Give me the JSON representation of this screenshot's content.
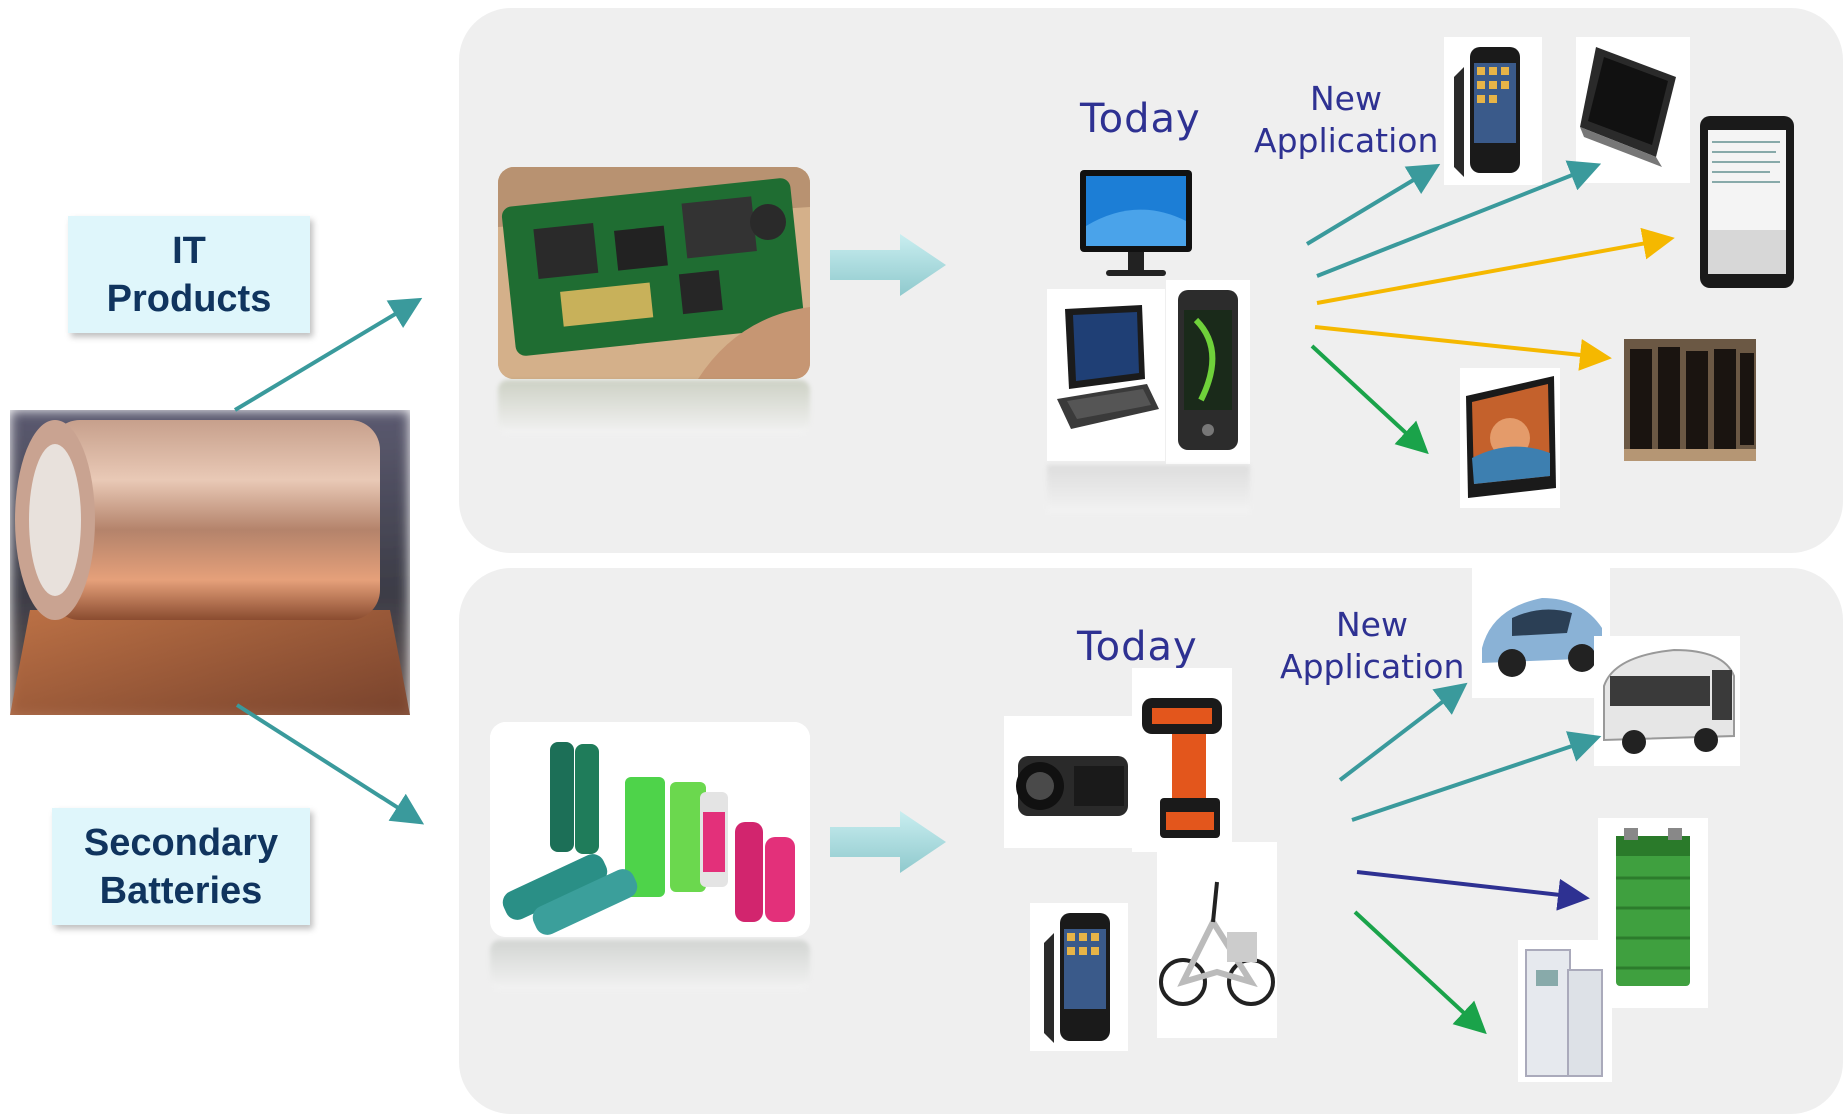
{
  "labels": {
    "it_products": [
      "IT",
      "Products"
    ],
    "secondary_batteries": [
      "Secondary",
      "Batteries"
    ]
  },
  "top": {
    "today": "Today",
    "new_application": [
      "New",
      "Application"
    ]
  },
  "bottom": {
    "today": "Today",
    "new_application": [
      "New",
      "Application"
    ]
  },
  "icons": [
    "copper-foil-roll-image",
    "circuit-board-image",
    "battery-cells-image",
    "monitor-image",
    "laptop-image",
    "smartphone-image",
    "iphone-image",
    "tablet-pc-image",
    "ipad-image",
    "server-rack-image",
    "flat-tv-image",
    "camcorder-image",
    "power-drill-image",
    "electric-bicycle-image",
    "car-image",
    "bus-image",
    "battery-pack-image",
    "ups-cabinet-image"
  ],
  "colors": {
    "teal_arrow": "#3a9a9c",
    "yellow_arrow": "#f5b800",
    "green_arrow": "#1aa34a",
    "navy_arrow": "#2e3192",
    "panel_bg": "#efefef",
    "label_bg": "#dff6fb",
    "label_text": "#10345e",
    "today_text": "#2e3192"
  }
}
